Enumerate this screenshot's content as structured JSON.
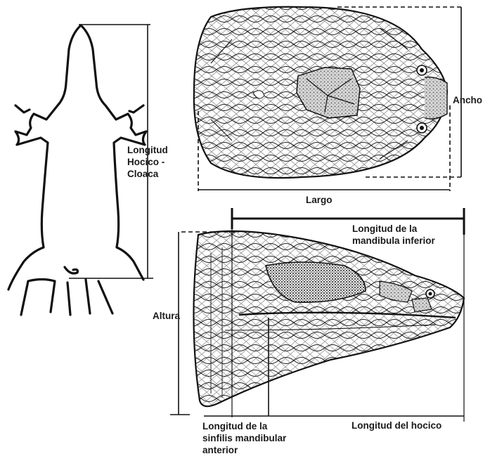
{
  "labels": {
    "snout_vent_length": "Longitud\nHocico -\nCloaca",
    "head_width": "Ancho",
    "head_length": "Largo",
    "lower_jaw_length": "Longitud de la\nmandibula inferior",
    "head_height": "Altura",
    "anterior_mandibular_symphysis_length": "Longitud de la\nsinfilis mandibular\nanterior",
    "snout_length": "Longitud del hocico"
  },
  "colors": {
    "ink": "#111111",
    "scale_shade": "#bdbdbd",
    "background": "#ffffff"
  }
}
